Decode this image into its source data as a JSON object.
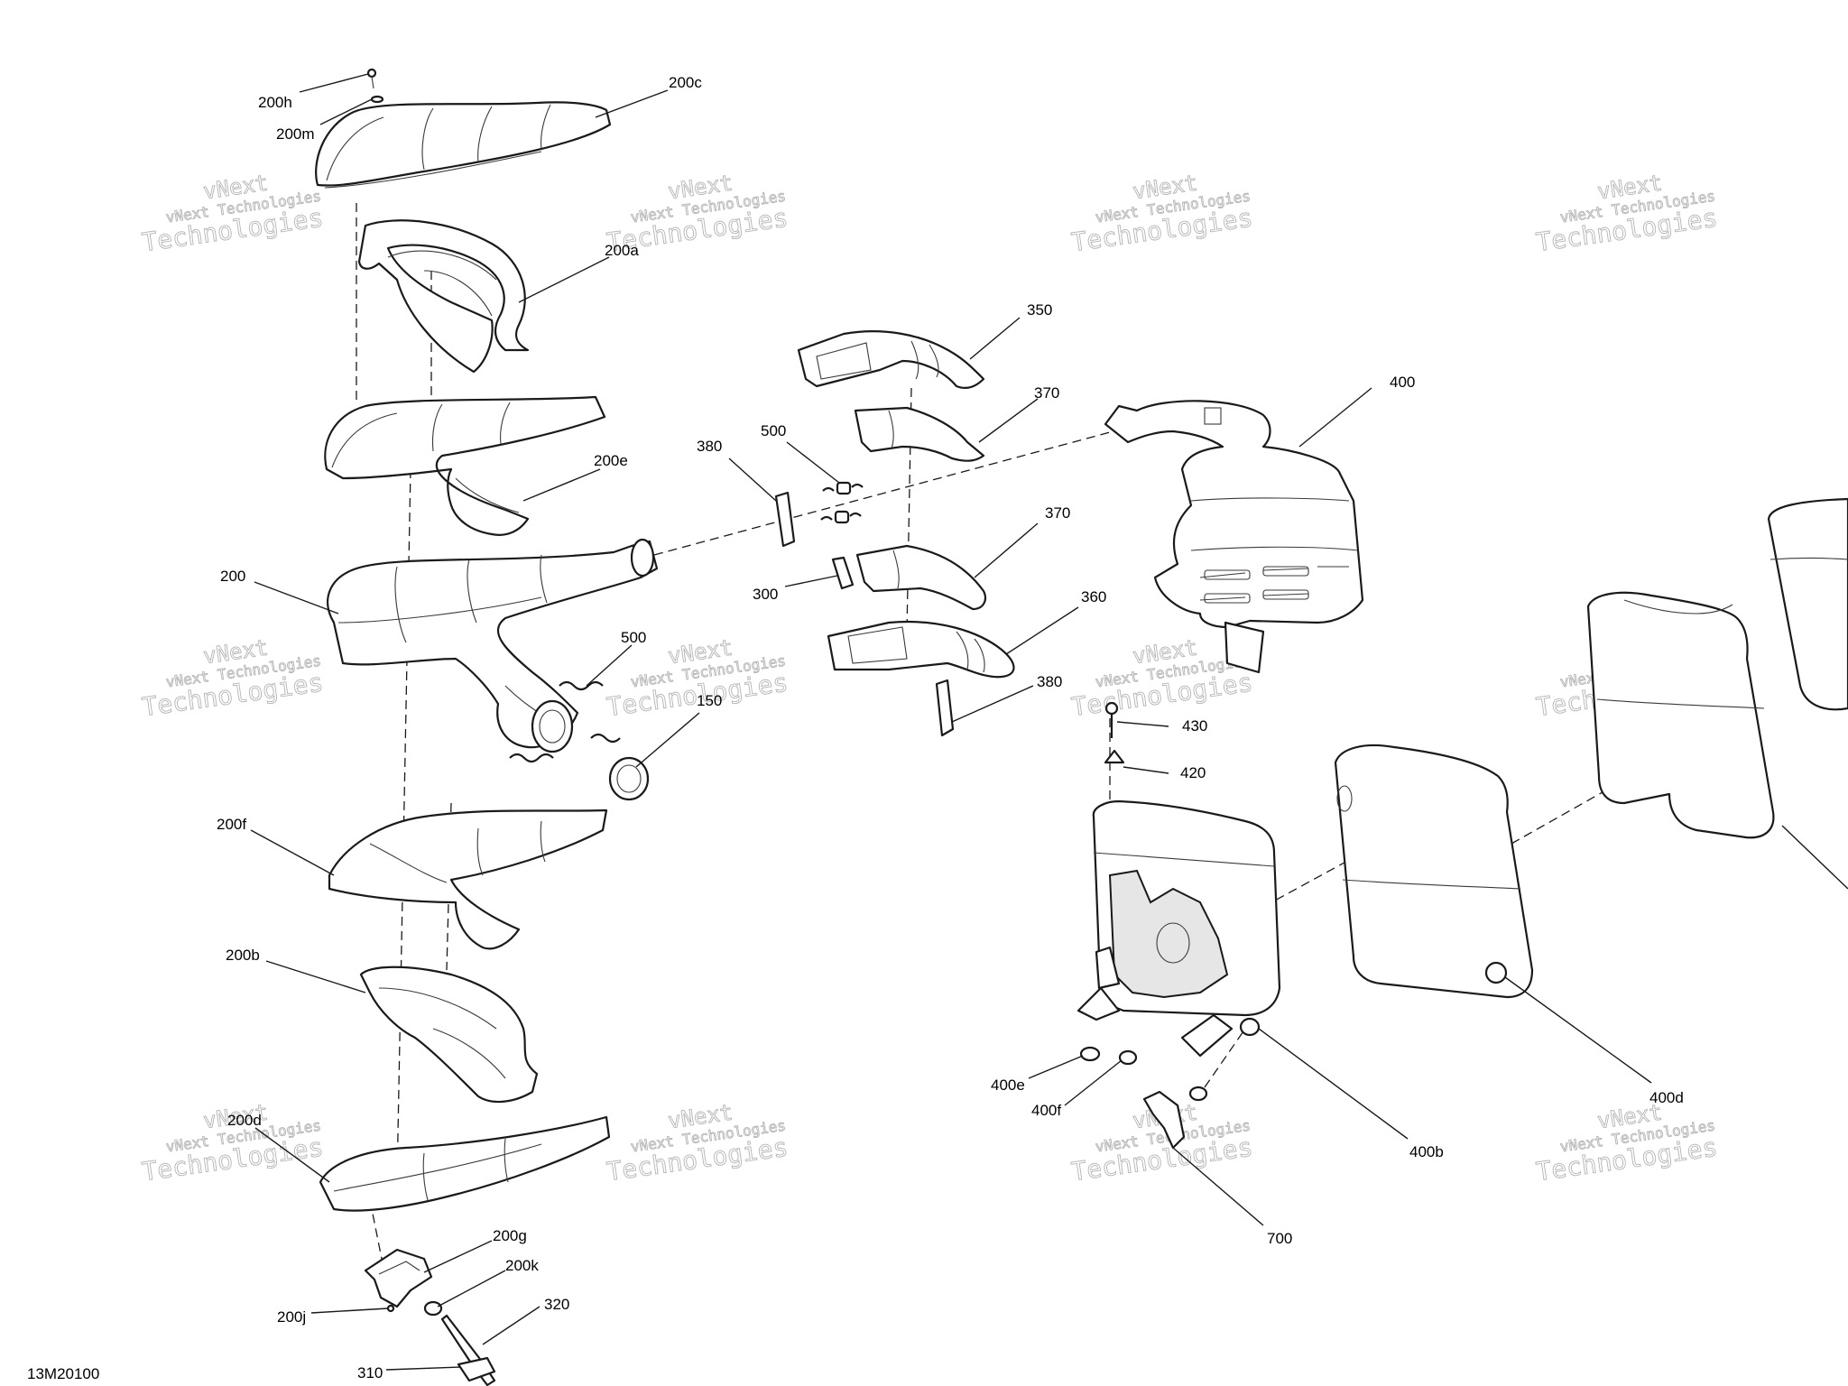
{
  "figure_code": "13M20100",
  "watermark": {
    "line1": "vNext",
    "line2": "vNext Technologies",
    "line3": "Technologies"
  },
  "callouts": {
    "c200h": "200h",
    "c200m": "200m",
    "c200c": "200c",
    "c200a": "200a",
    "c200e": "200e",
    "c200": "200",
    "c500a": "500",
    "c150": "150",
    "c200f": "200f",
    "c200b": "200b",
    "c200d": "200d",
    "c200g": "200g",
    "c200k": "200k",
    "c200j": "200j",
    "c320": "320",
    "c310": "310",
    "c350": "350",
    "c370a": "370",
    "c380a": "380",
    "c500b": "500",
    "c370b": "370",
    "c300": "300",
    "c360": "360",
    "c380b": "380",
    "c400": "400",
    "c430": "430",
    "c420": "420",
    "c400e": "400e",
    "c400f": "400f",
    "c400b": "400b",
    "c700": "700",
    "c400d": "400d"
  }
}
